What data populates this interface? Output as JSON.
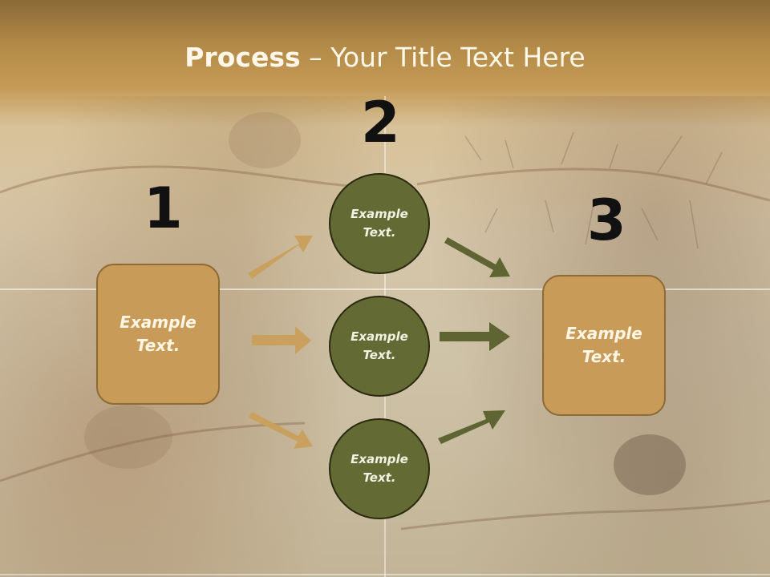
{
  "title": {
    "bold": "Process",
    "rest": " – Your Title Text Here"
  },
  "steps": {
    "num1": "1",
    "num2": "2",
    "num3": "3"
  },
  "left_box": {
    "line1": "Example",
    "line2": "Text."
  },
  "right_box": {
    "line1": "Example",
    "line2": "Text."
  },
  "circles": [
    {
      "line1": "Example",
      "line2": "Text."
    },
    {
      "line1": "Example",
      "line2": "Text."
    },
    {
      "line1": "Example",
      "line2": "Text."
    }
  ],
  "colors": {
    "box_fill": "#c99b58",
    "circle_fill": "#646a34",
    "arrow_tan": "#c9a05e",
    "arrow_olive": "#5f6532"
  }
}
